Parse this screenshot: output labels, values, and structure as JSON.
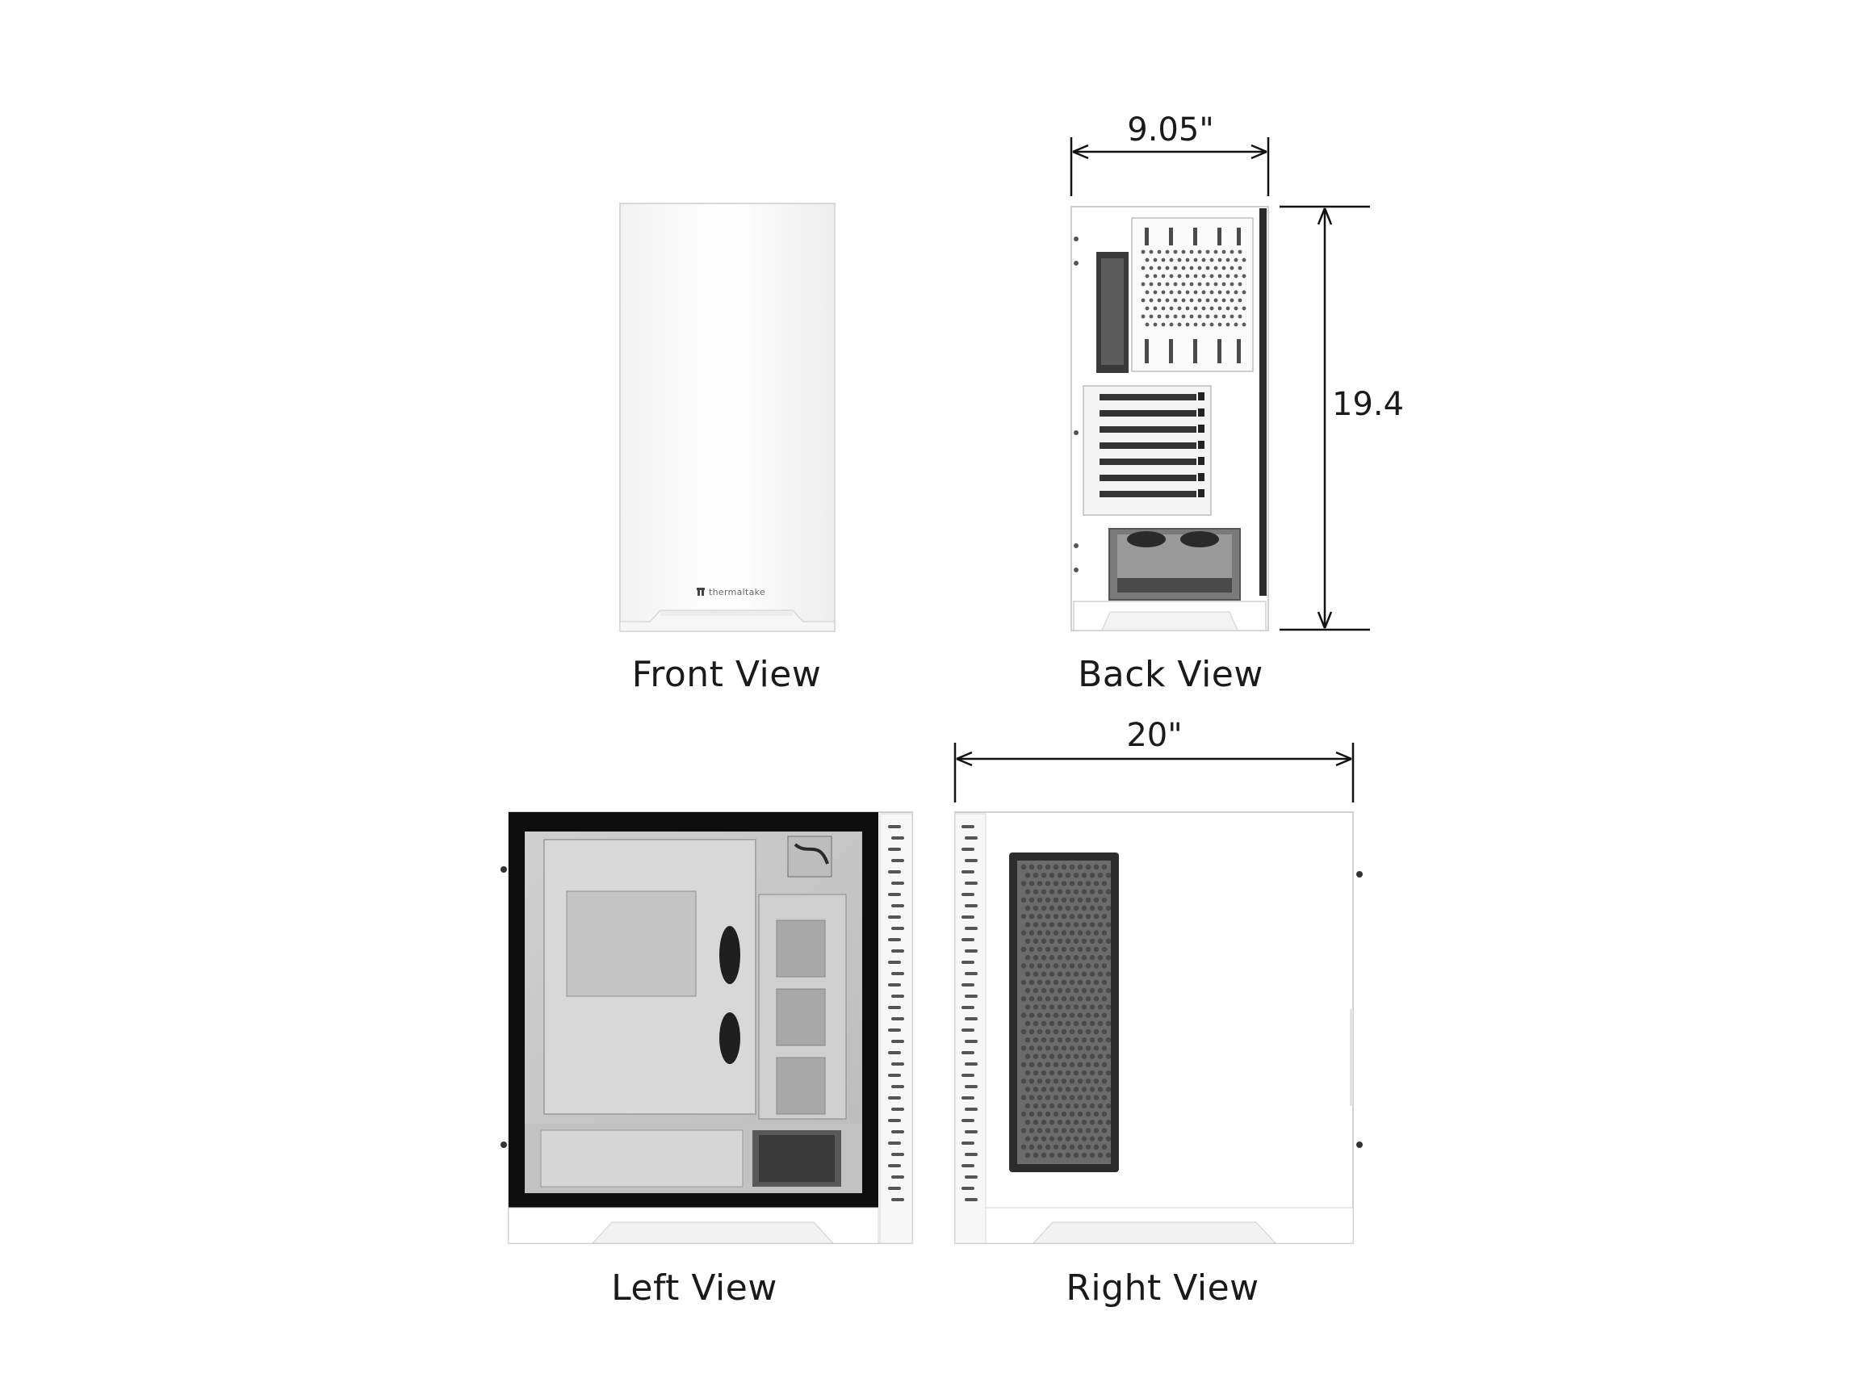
{
  "views": {
    "front": "Front View",
    "back": "Back View",
    "left": "Left View",
    "right": "Right View"
  },
  "dimensions": {
    "width": "9.05\"",
    "height": "19.4",
    "depth": "20\""
  },
  "brand": "thermaltake"
}
